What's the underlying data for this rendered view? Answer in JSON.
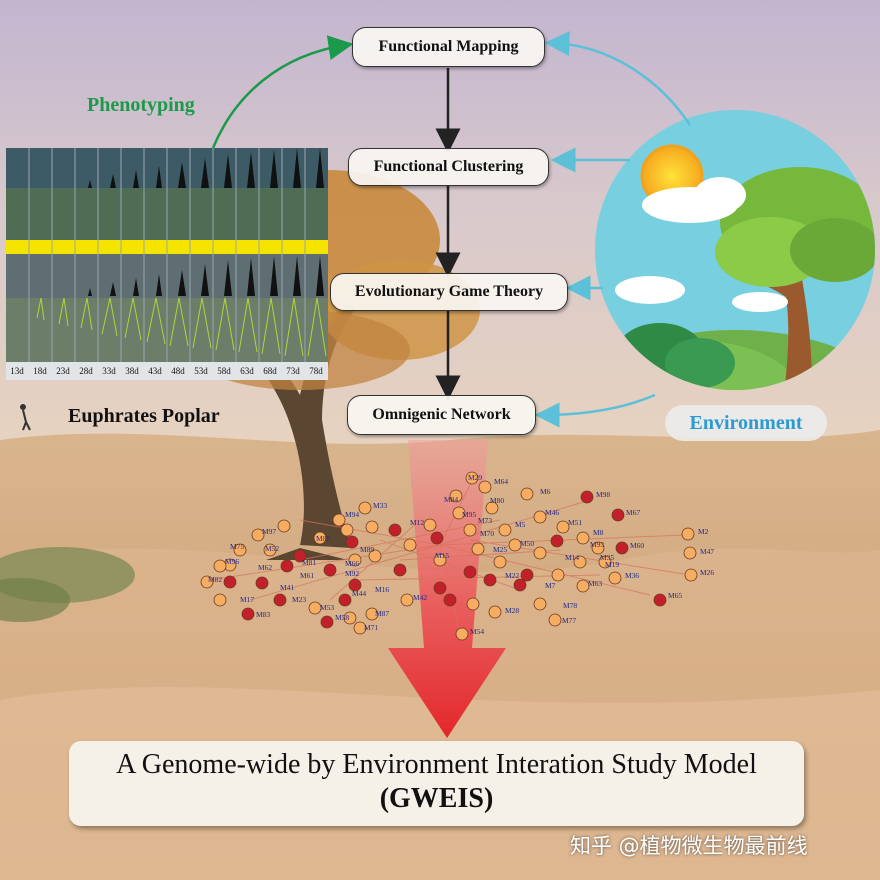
{
  "flow": {
    "functional_mapping": "Functional Mapping",
    "functional_clustering": "Functional Clustering",
    "evolutionary_game_theory": "Evolutionary Game Theory",
    "omnigenic_network": "Omnigenic Network"
  },
  "labels": {
    "phenotyping": "Phenotyping",
    "environment": "Environment",
    "euphrates_poplar": "Euphrates Poplar"
  },
  "timepoints": [
    "13d",
    "18d",
    "23d",
    "28d",
    "33d",
    "38d",
    "43d",
    "48d",
    "53d",
    "58d",
    "63d",
    "68d",
    "73d",
    "78d"
  ],
  "network_nodes": [
    "M29",
    "M64",
    "M6",
    "M98",
    "M84",
    "M80",
    "M33",
    "M95",
    "M46",
    "M67",
    "M94",
    "M88",
    "M97",
    "M52",
    "M75",
    "M96",
    "M82",
    "M62",
    "M17",
    "M83",
    "M23",
    "M53",
    "M58",
    "M71",
    "M87",
    "M42",
    "M28",
    "M54",
    "M78",
    "M77",
    "M63",
    "M36",
    "M65",
    "M2",
    "M47",
    "M26",
    "M60",
    "M8",
    "M51",
    "M35",
    "M19",
    "M14",
    "M25",
    "M15",
    "M41",
    "M50",
    "M70",
    "M81",
    "M7",
    "M92",
    "M22",
    "M61",
    "M16",
    "M73",
    "M12",
    "M44",
    "M5",
    "M66",
    "M89",
    "M93"
  ],
  "title": {
    "line1": "A Genome-wide by Environment Interation Study Model",
    "line2": "(GWEIS)"
  },
  "watermark": "知乎 @植物微生物最前线",
  "colors": {
    "phenotyping_green": "#1a9a4a",
    "environment_blue": "#2b9bd1",
    "node_orange": "#f6ad62",
    "node_red": "#c2202a",
    "arrow_red": "#e3262a"
  }
}
